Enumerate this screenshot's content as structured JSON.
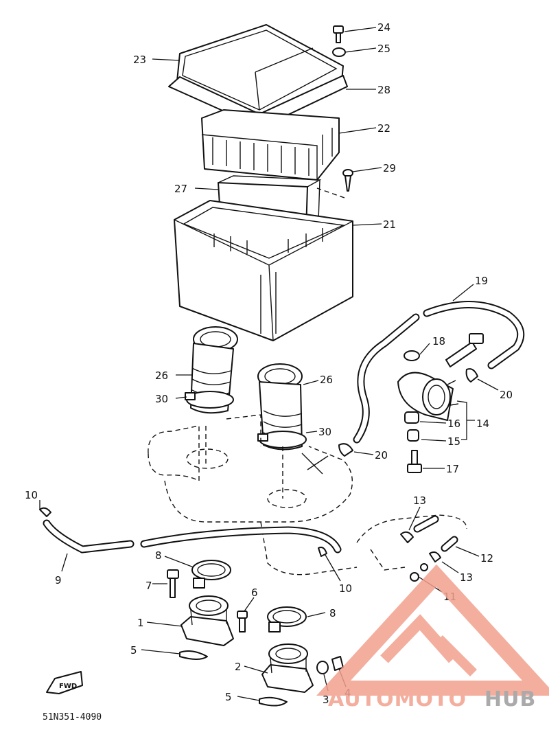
{
  "part_labels": [
    "24",
    "25",
    "28",
    "23",
    "22",
    "29",
    "27",
    "21",
    "19",
    "18",
    "26",
    "30",
    "26",
    "30",
    "20",
    "16",
    "14",
    "15",
    "20",
    "17",
    "10",
    "13",
    "12",
    "9",
    "8",
    "13",
    "11",
    "10",
    "7",
    "6",
    "8",
    "1",
    "5",
    "2",
    "4",
    "3",
    "5"
  ],
  "diagram_code": "51N351-4090",
  "fwd_label": "FWD",
  "watermark": {
    "part1": "AUTOMOTO",
    "part2": "HUB",
    "color1": "#f2a08e",
    "color2": "#9c9c9c"
  }
}
